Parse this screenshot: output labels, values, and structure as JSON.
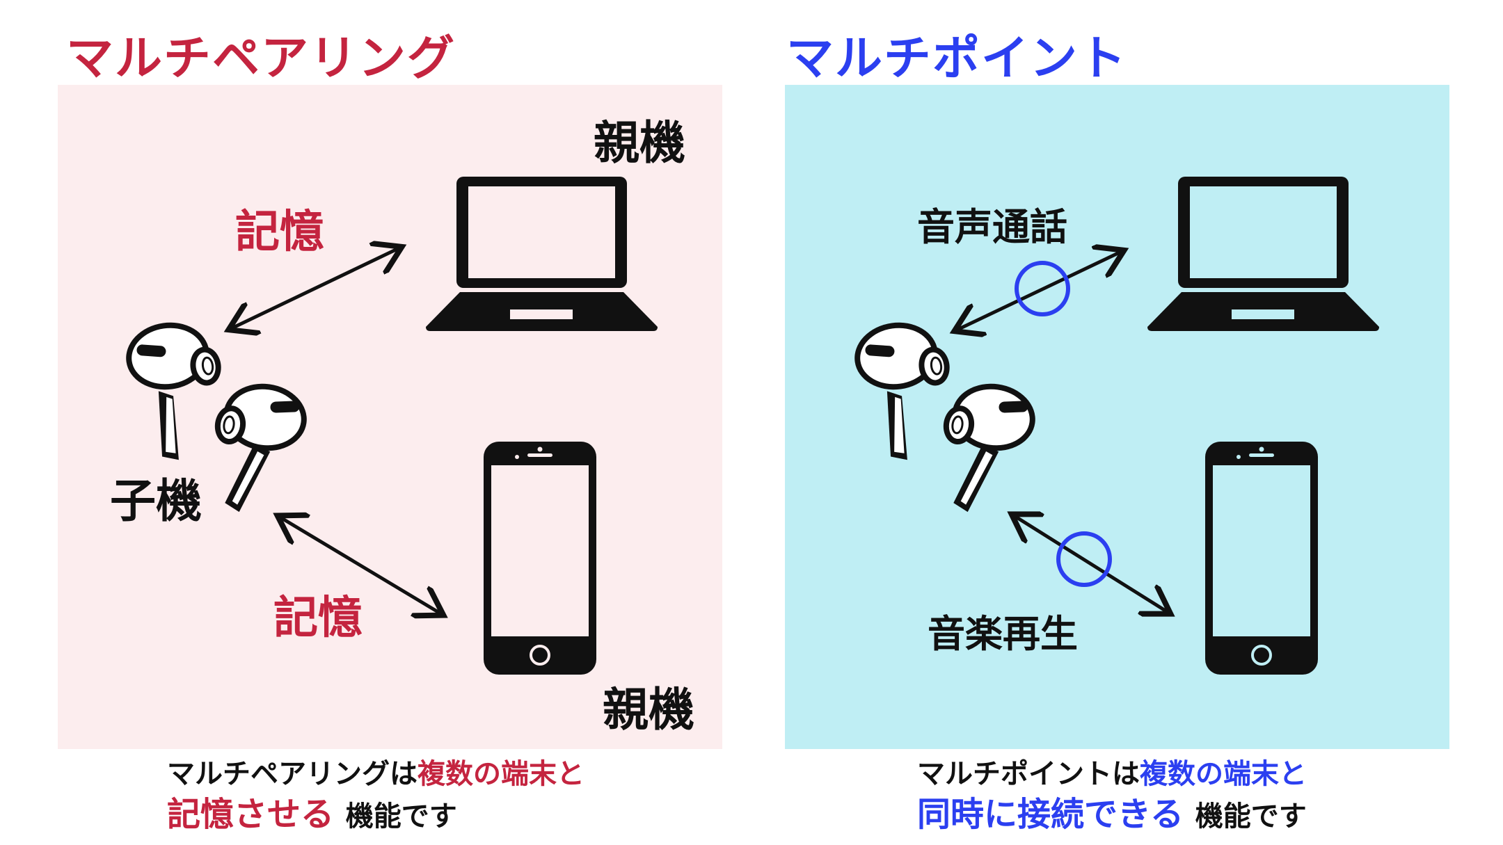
{
  "colors": {
    "accent_left": "#c4243f",
    "accent_right": "#2b3ff0",
    "panel_left_bg": "#fcedee",
    "panel_right_bg": "#bfeef4",
    "ink": "#111111"
  },
  "left": {
    "title": "マルチペアリング",
    "parent_top": "親機",
    "parent_bottom": "親機",
    "child": "子機",
    "link_top": "記憶",
    "link_bottom": "記憶",
    "caption": {
      "line1_a": "マルチペアリングは",
      "line1_b": "複数の端末と",
      "line2_a": "記憶させる",
      "line2_b": "機能です"
    }
  },
  "right": {
    "title": "マルチポイント",
    "link_top": "音声通話",
    "link_bottom": "音楽再生",
    "caption": {
      "line1_a": "マルチポイントは",
      "line1_b": "複数の端末と",
      "line2_a": "同時に接続できる",
      "line2_b": "機能です"
    }
  },
  "icons": [
    "laptop-icon",
    "smartphone-icon",
    "earbuds-icon",
    "double-arrow-icon",
    "circle-icon"
  ]
}
